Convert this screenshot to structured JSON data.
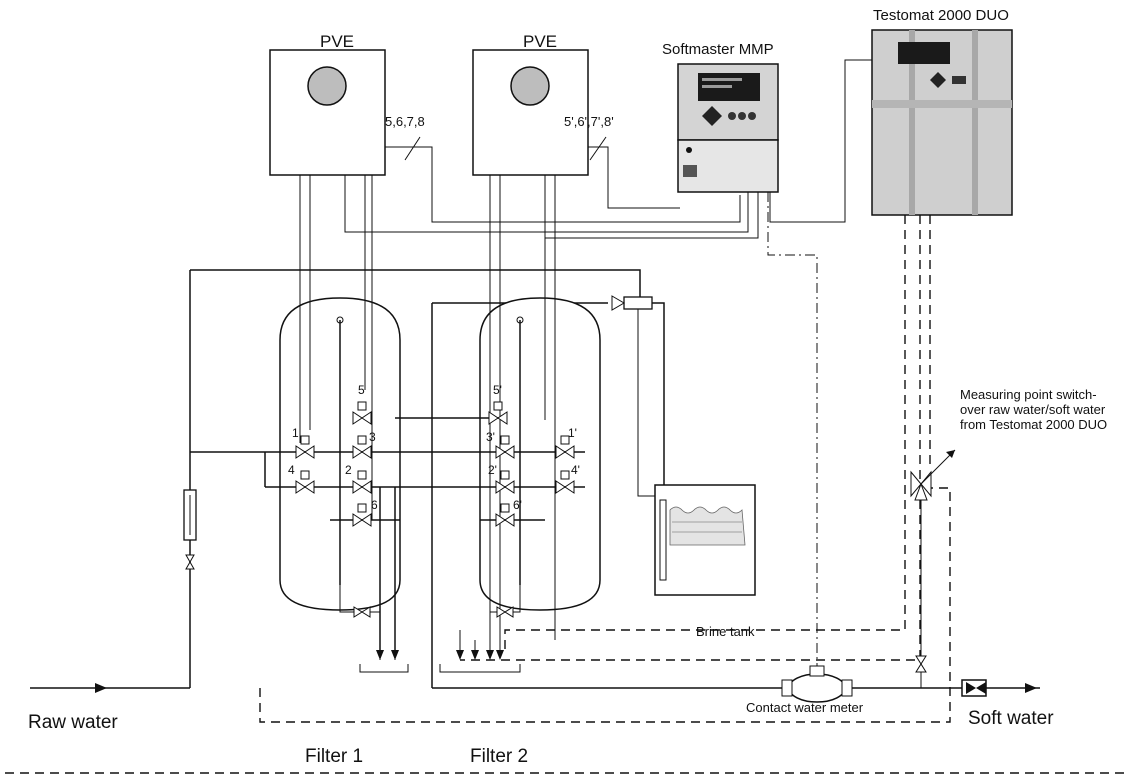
{
  "labels": {
    "pve_1": "PVE",
    "pve_2": "PVE",
    "softmaster": "Softmaster MMP",
    "testomat": "Testomat 2000 DUO",
    "wires_1": "5,6,7,8",
    "wires_2": "5',6',7',8'",
    "measuring_1": "Measuring point switch-",
    "measuring_2": "over raw water/soft water",
    "measuring_3": "from Testomat 2000 DUO",
    "brine_tank": "Brine tank",
    "water_meter": "Contact water meter",
    "raw_water": "Raw water",
    "soft_water": "Soft water",
    "filter_1": "Filter 1",
    "filter_2": "Filter 2"
  },
  "valves": {
    "f1": [
      "1",
      "2",
      "3",
      "4",
      "5",
      "6"
    ],
    "f2": [
      "1'",
      "2'",
      "3'",
      "4'",
      "5'",
      "6'"
    ]
  },
  "colors": {
    "line": "#111111",
    "controller_panel": "#c8c8c8",
    "display": "#1a1a1a"
  }
}
